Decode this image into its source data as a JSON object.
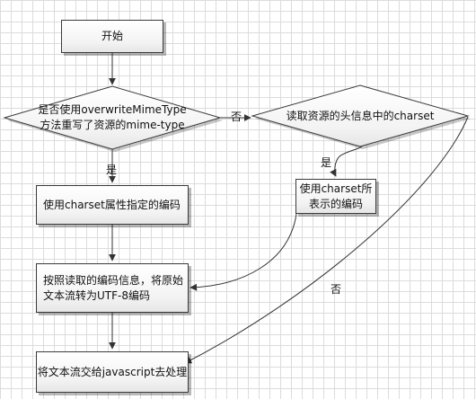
{
  "flowchart": {
    "start": "开始",
    "decision1": {
      "line1": "是否使用overwriteMimeType",
      "line2": "方法重写了资源的mime-type"
    },
    "decision2": "读取资源的头信息中的charset",
    "process_charset_attr": "使用charset属性指定的编码",
    "process_charset_header": "使用charset所表示的编码",
    "process_convert": "按照读取的编码信息，将原始文本流转为UTF-8编码",
    "process_js": "将文本流交给javascript去处理",
    "labels": {
      "d1_yes": "是",
      "d1_no": "否",
      "d2_yes": "是",
      "d2_no": "否"
    }
  }
}
